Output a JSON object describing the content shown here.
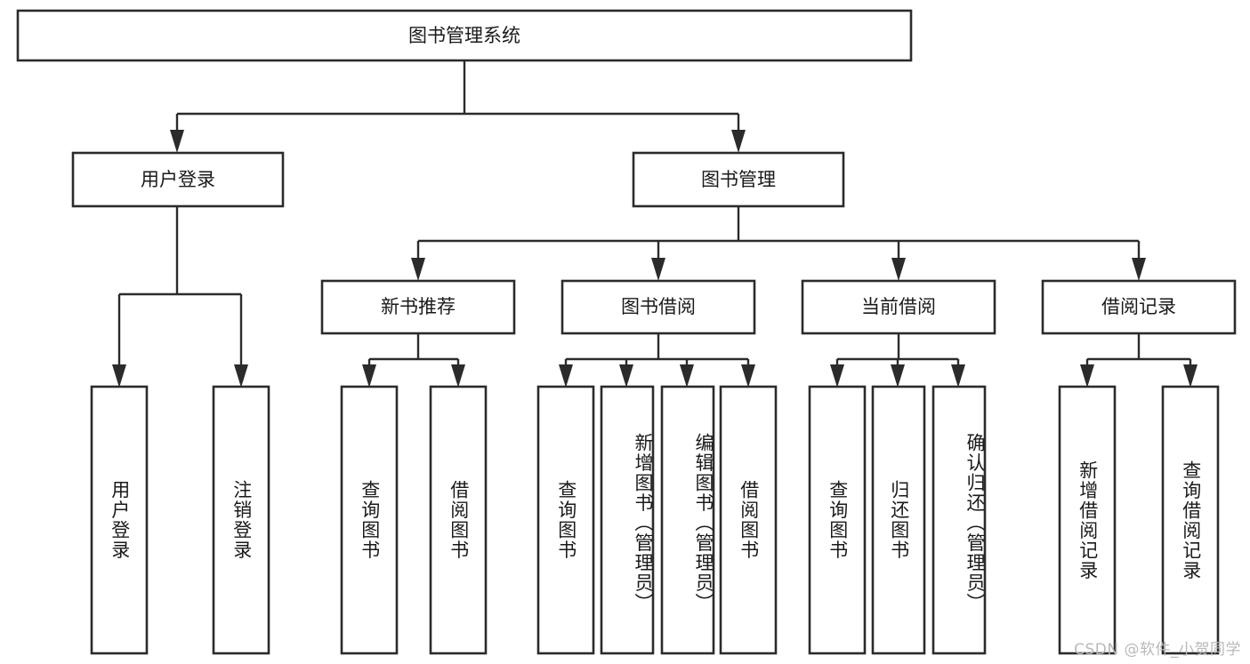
{
  "diagram": {
    "type": "hierarchy-tree",
    "title": "图书管理系统",
    "watermark": "CSDN @软件_小贺同学",
    "colors": {
      "stroke": "#2b2b2b",
      "fill": "#ffffff",
      "text": "#1a1a1a",
      "watermark": "#b9b9b9",
      "background": "#ffffff"
    },
    "root": {
      "id": "root",
      "label": "图书管理系统",
      "orientation": "horizontal"
    },
    "level2": [
      {
        "id": "user-login",
        "label": "用户登录",
        "orientation": "horizontal"
      },
      {
        "id": "book-management",
        "label": "图书管理",
        "orientation": "horizontal"
      }
    ],
    "level3": [
      {
        "id": "new-book-recommend",
        "label": "新书推荐",
        "parent": "book-management",
        "orientation": "horizontal"
      },
      {
        "id": "book-borrow",
        "label": "图书借阅",
        "parent": "book-management",
        "orientation": "horizontal"
      },
      {
        "id": "current-borrow",
        "label": "当前借阅",
        "parent": "book-management",
        "orientation": "horizontal"
      },
      {
        "id": "borrow-record",
        "label": "借阅记录",
        "parent": "book-management",
        "orientation": "horizontal"
      }
    ],
    "leaves": [
      {
        "id": "leaf-user-login",
        "label": "用户登录",
        "parent": "user-login",
        "orientation": "vertical"
      },
      {
        "id": "leaf-user-logout",
        "label": "注销登录",
        "parent": "user-login",
        "orientation": "vertical"
      },
      {
        "id": "leaf-query-book-1",
        "label": "查询图书",
        "parent": "new-book-recommend",
        "orientation": "vertical"
      },
      {
        "id": "leaf-borrow-book-1",
        "label": "借阅图书",
        "parent": "new-book-recommend",
        "orientation": "vertical"
      },
      {
        "id": "leaf-query-book-2",
        "label": "查询图书",
        "parent": "book-borrow",
        "orientation": "vertical"
      },
      {
        "id": "leaf-add-book",
        "label": "新增图书（管理员）",
        "parent": "book-borrow",
        "orientation": "vertical"
      },
      {
        "id": "leaf-edit-book",
        "label": "编辑图书（管理员）",
        "parent": "book-borrow",
        "orientation": "vertical"
      },
      {
        "id": "leaf-borrow-book-2",
        "label": "借阅图书",
        "parent": "book-borrow",
        "orientation": "vertical"
      },
      {
        "id": "leaf-query-book-3",
        "label": "查询图书",
        "parent": "current-borrow",
        "orientation": "vertical"
      },
      {
        "id": "leaf-return-book",
        "label": "归还图书",
        "parent": "current-borrow",
        "orientation": "vertical"
      },
      {
        "id": "leaf-confirm-return",
        "label": "确认归还（管理员）",
        "parent": "current-borrow",
        "orientation": "vertical"
      },
      {
        "id": "leaf-add-record",
        "label": "新增借阅记录",
        "parent": "borrow-record",
        "orientation": "vertical"
      },
      {
        "id": "leaf-query-record",
        "label": "查询借阅记录",
        "parent": "borrow-record",
        "orientation": "vertical"
      }
    ]
  }
}
